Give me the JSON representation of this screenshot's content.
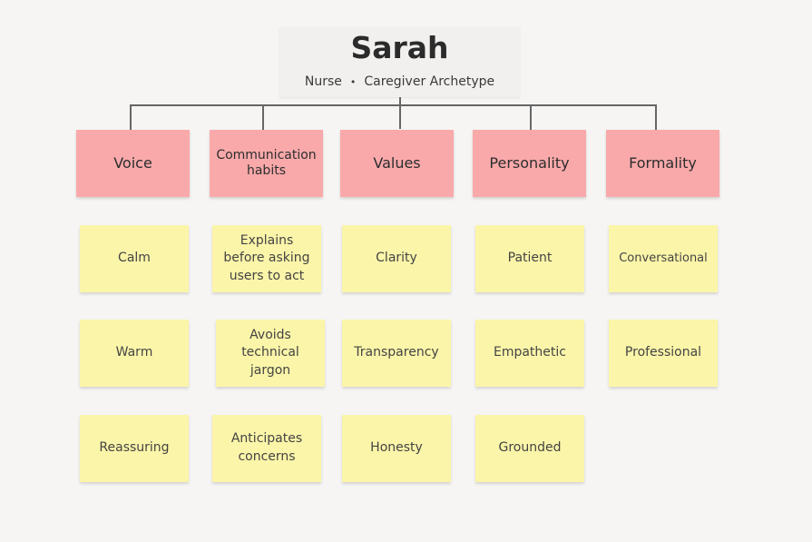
{
  "persona": {
    "name": "Sarah",
    "role": "Nurse",
    "separator": "•",
    "archetype": "Caregiver Archetype"
  },
  "categories": [
    {
      "label": "Voice",
      "traits": [
        "Calm",
        "Warm",
        "Reassuring"
      ]
    },
    {
      "label": "Communication habits",
      "traits": [
        "Explains before asking users to act",
        "Avoids technical jargon",
        "Anticipates concerns"
      ]
    },
    {
      "label": "Values",
      "traits": [
        "Clarity",
        "Transparency",
        "Honesty"
      ]
    },
    {
      "label": "Personality",
      "traits": [
        "Patient",
        "Empathetic",
        "Grounded"
      ]
    },
    {
      "label": "Formality",
      "traits": [
        "Conversational",
        "Professional"
      ]
    }
  ],
  "colors": {
    "background": "#f6f5f4",
    "category_note": "#f9a9aa",
    "trait_note": "#fbf5a9",
    "connector": "#666666"
  }
}
